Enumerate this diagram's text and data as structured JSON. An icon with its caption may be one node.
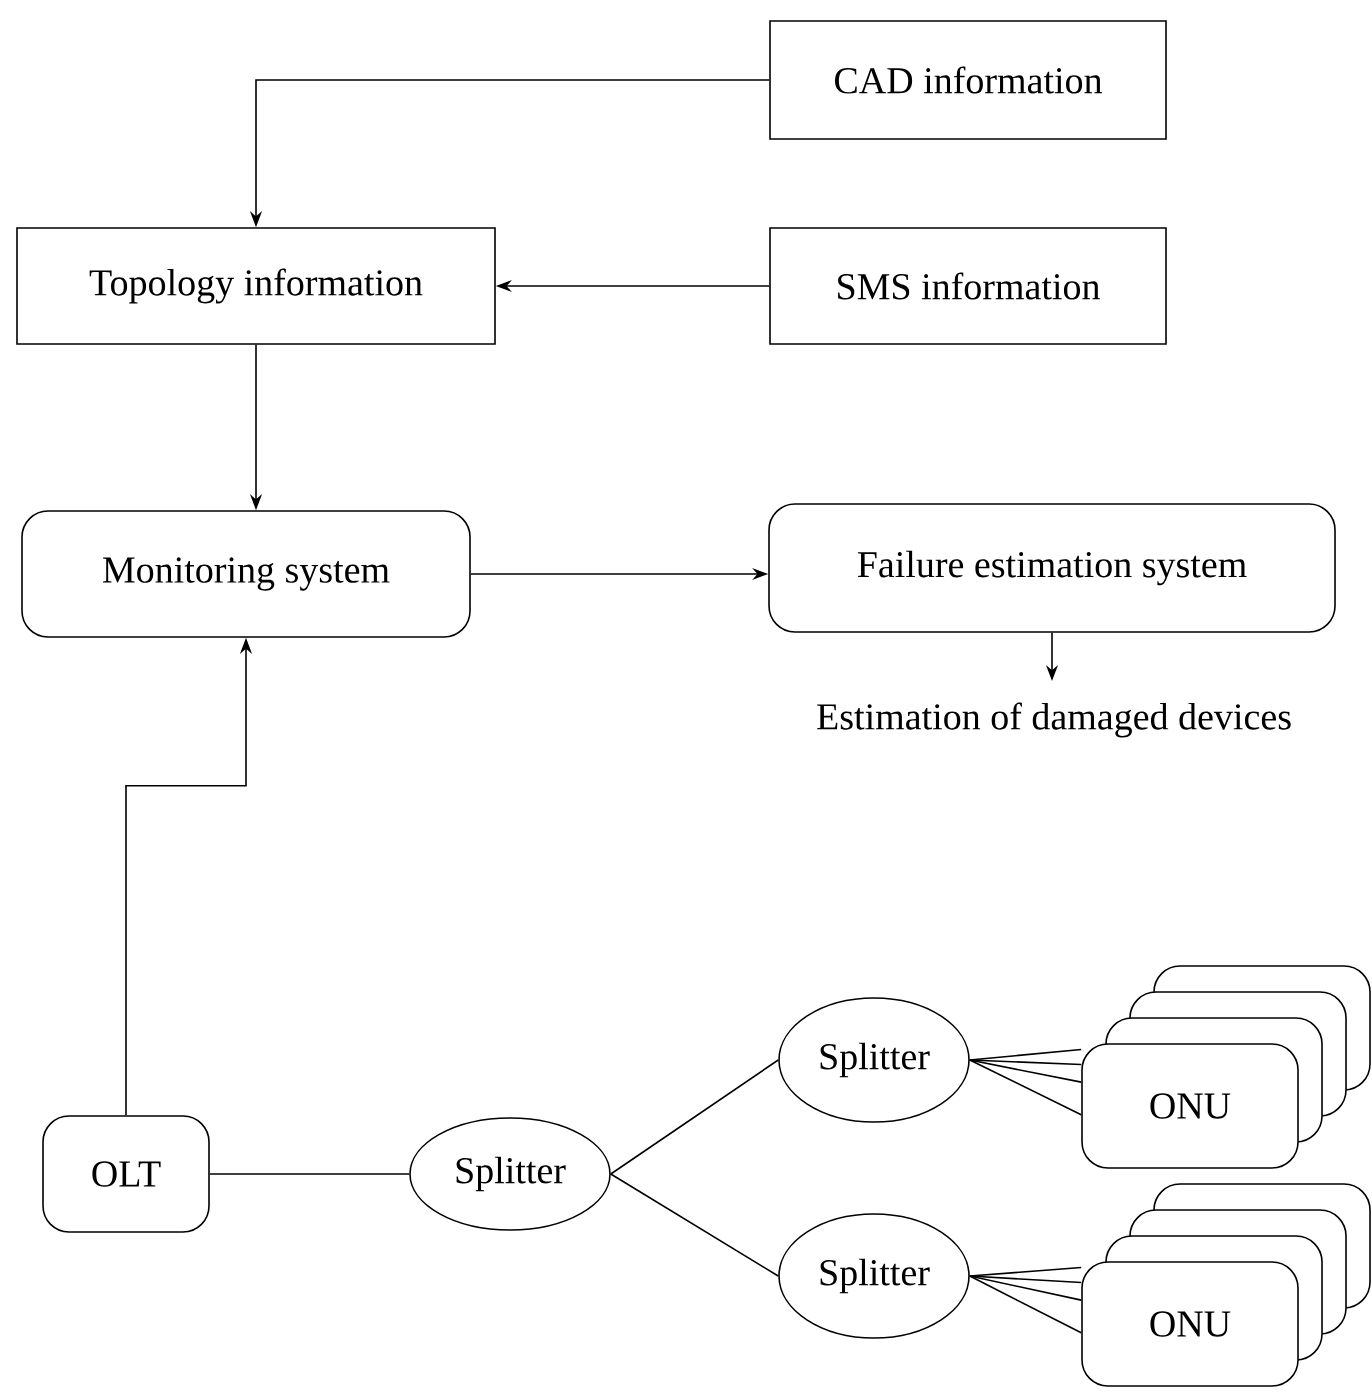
{
  "diagram": {
    "nodes": [
      {
        "text": [
          "CAD information"
        ]
      },
      {
        "text": [
          "Topology information"
        ]
      },
      {
        "text": [
          "SMS information"
        ]
      },
      {
        "text": [
          "Monitoring system"
        ]
      },
      {
        "text": [
          "Failure estimation system"
        ]
      },
      {
        "text": [
          "Estimation of damaged devices"
        ]
      },
      {
        "text": [
          "OLT"
        ]
      },
      {
        "text": [
          "Splitter"
        ]
      },
      {
        "text": [
          "Splitter"
        ]
      },
      {
        "text": [
          "ONU"
        ]
      },
      {
        "text": [],
        "shape": "box"
      },
      {
        "text": [],
        "shape": "box"
      },
      {
        "text": [],
        "shape": "box"
      },
      {
        "text": [
          "Splitter"
        ]
      },
      {
        "text": [
          "ONU"
        ]
      },
      {
        "text": [],
        "shape": "box"
      },
      {
        "text": [],
        "shape": "box"
      },
      {
        "text": [],
        "shape": "box"
      }
    ],
    "edges": [
      {
        "from": 0,
        "to": 1,
        "arrow": "to"
      },
      {
        "from": 2,
        "to": 1,
        "arrow": "to"
      },
      {
        "from": 1,
        "to": 3,
        "arrow": "to"
      },
      {
        "from": 3,
        "to": 4,
        "arrow": "to"
      },
      {
        "from": 4,
        "to": 5,
        "arrow": "to"
      },
      {
        "from": 6,
        "to": 3,
        "arrow": "to"
      },
      {
        "from": 6,
        "to": 7,
        "arrow": "none"
      },
      {
        "from": 7,
        "to": 8,
        "arrow": "none"
      },
      {
        "from": 7,
        "to": 13,
        "arrow": "none"
      },
      {
        "from": 8,
        "to": 9,
        "arrow": "none"
      },
      {
        "from": 8,
        "to": 9,
        "arrow": "none"
      },
      {
        "from": 8,
        "to": 9,
        "arrow": "none"
      },
      {
        "from": 8,
        "to": 9,
        "arrow": "none"
      },
      {
        "from": 13,
        "to": 14,
        "arrow": "none"
      },
      {
        "from": 13,
        "to": 14,
        "arrow": "none"
      },
      {
        "from": 13,
        "to": 14,
        "arrow": "none"
      },
      {
        "from": 13,
        "to": 14,
        "arrow": "none"
      }
    ]
  }
}
